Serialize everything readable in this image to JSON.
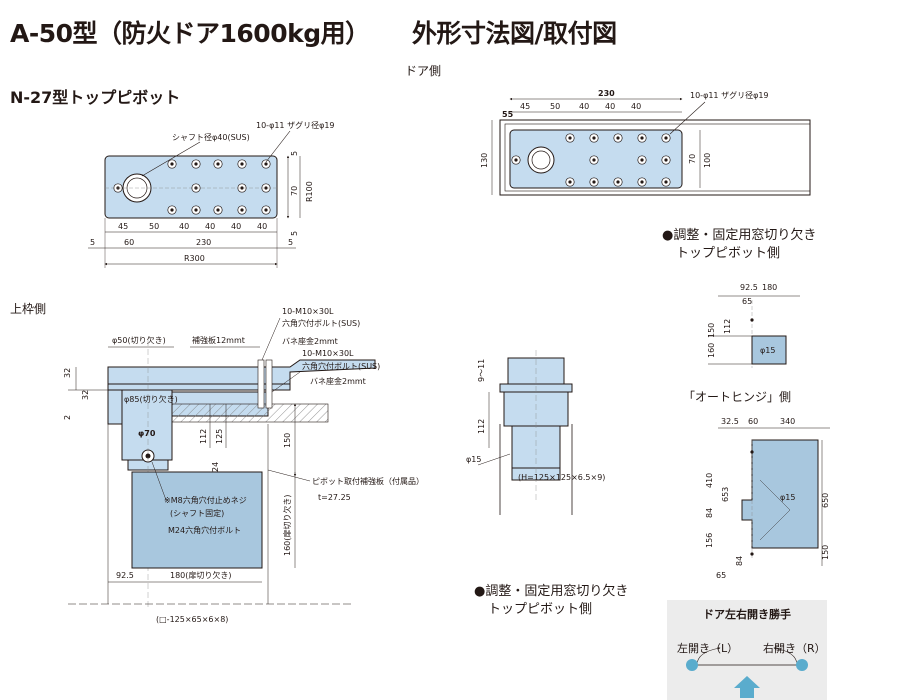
{
  "header": {
    "title": "A-50型（防火ドア1600kg用）",
    "subtitle": "外形寸法図/取付図"
  },
  "sections": {
    "top_pivot": "N-27型トップピボット",
    "door_side": "ドア側",
    "frame_side": "上枠側",
    "window_note_right_line1": "●調整・固定用窓切り欠き",
    "window_note_right_line2": "トップピボット側",
    "window_note_bottom_line1": "●調整・固定用窓切り欠き",
    "window_note_bottom_line2": "トップピボット側",
    "auto_hinge": "「オートヒンジ」側",
    "legend_title": "ドア左右開き勝手",
    "legend_left": "左開き（L）",
    "legend_right": "右開き（R）"
  },
  "plate_top": {
    "label_shaft": "シャフト径φ40(SUS)",
    "label_holes": "10-φ11 ザグリ径φ19",
    "d5a": "5",
    "d5b": "5",
    "d70": "70",
    "d100": "R100",
    "dims_row": [
      "45",
      "50",
      "40",
      "40",
      "40",
      "40"
    ],
    "d5l": "5",
    "d60": "60",
    "d230": "230",
    "d5r": "5",
    "d300": "R300"
  },
  "plate_door": {
    "d55": "55",
    "d230": "230",
    "dims_row": [
      "45",
      "50",
      "40",
      "40",
      "40"
    ],
    "label_holes": "10-φ11 ザグリ径φ19",
    "d130": "130",
    "d70": "70",
    "d100": "100"
  },
  "frame": {
    "phi50": "φ50(切り欠き)",
    "reinforce": "補強板12mmt",
    "bolt1": "10-M10×30L",
    "bolt1b": "六角穴付ボルト(SUS)",
    "spring1": "バネ座金2mmt",
    "bolt2": "10-M10×30L",
    "bolt2b": "六角穴付ボルト(SUS)",
    "spring2": "バネ座金2mmt",
    "d32a": "32",
    "d32b": "32",
    "d2": "2",
    "phi85": "φ85(切り欠き)",
    "phi70": "φ70",
    "d112": "112",
    "d125": "125",
    "d150": "150",
    "d24": "24",
    "pivot_plate": "ピボット取付補強板（付属品）",
    "t": "t=27.25",
    "m8a": "※M8六角穴付止めネジ",
    "m8b": "(シャフト固定)",
    "m24": "M24六角穴付ボルト",
    "d160": "160(扉切り欠き)",
    "d925": "92.5",
    "d180": "180(扉切り欠き)",
    "channel": "(□-125×65×6×8)"
  },
  "side_view": {
    "d911": "9～11",
    "d112": "112",
    "phi15": "φ15",
    "h": "(H=125×125×6.5×9)"
  },
  "window_detail": {
    "d925": "92.5",
    "d180": "180",
    "d65": "65",
    "d112": "112",
    "d150": "150",
    "d160": "160",
    "phi15": "φ15"
  },
  "hinge_detail": {
    "d325": "32.5",
    "d60": "60",
    "d340": "340",
    "d410": "410",
    "d653": "653",
    "d84": "84",
    "d156": "156",
    "d84b": "84",
    "d650": "650",
    "d150": "150",
    "d65": "65",
    "phi15": "φ15"
  },
  "colors": {
    "plate_fill": "#c5dcef",
    "box_fill": "#a8c7de",
    "line": "#231815",
    "legend_bg": "#ececec",
    "legend_dot": "#5aaccd",
    "arrow": "#5aaccd"
  }
}
